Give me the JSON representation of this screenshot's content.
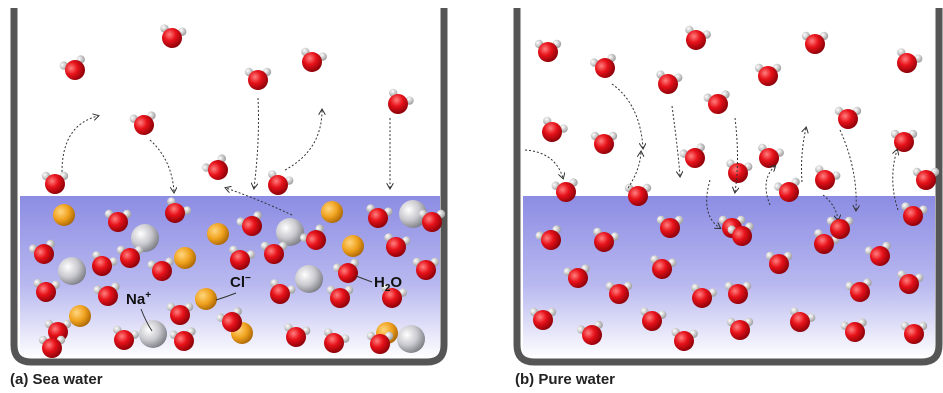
{
  "panels": [
    {
      "caption": "(a) Sea water",
      "labels": {
        "sodium": "Na",
        "sodium_charge": "+",
        "chloride": "Cl",
        "chloride_charge": "−",
        "water": "H",
        "water_sub": "2",
        "water_tail": "O"
      }
    },
    {
      "caption": "(b) Pure water"
    }
  ],
  "colors": {
    "water_top": "#8f8fe6",
    "water_bottom": "#ffffff",
    "oxygen": "#e8121a",
    "hydrogen": "#e6e6e6",
    "sodium_ion": "#c9c9cf",
    "chloride_ion": "#f0a21e",
    "beaker_wall": "#555555"
  }
}
